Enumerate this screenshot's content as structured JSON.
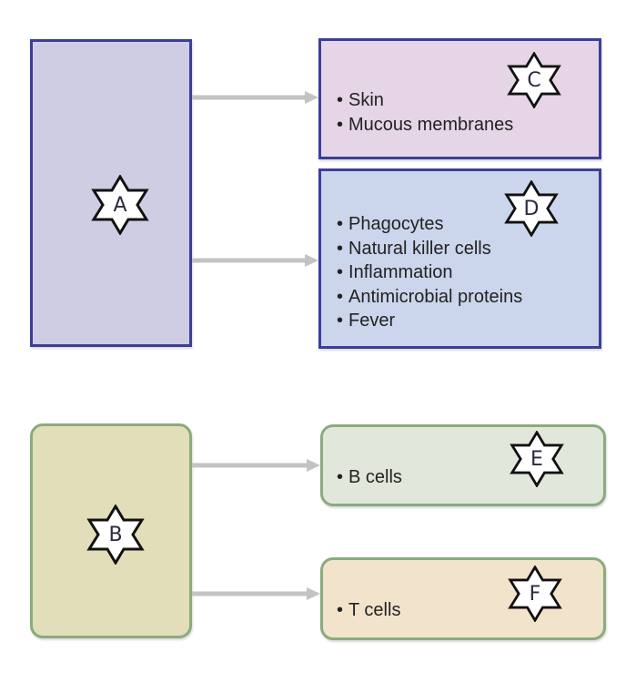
{
  "diagram": {
    "boxes": {
      "A": {
        "label": "A"
      },
      "B": {
        "label": "B"
      },
      "C": {
        "label": "C",
        "items": [
          "Skin",
          "Mucous membranes"
        ]
      },
      "D": {
        "label": "D",
        "items": [
          "Phagocytes",
          "Natural killer cells",
          "Inflammation",
          "Antimicrobial proteins",
          "Fever"
        ]
      },
      "E": {
        "label": "E",
        "items": [
          "B cells"
        ]
      },
      "F": {
        "label": "F",
        "items": [
          "T cells"
        ]
      }
    },
    "connections": [
      {
        "from": "A",
        "to": "C"
      },
      {
        "from": "A",
        "to": "D"
      },
      {
        "from": "B",
        "to": "E"
      },
      {
        "from": "B",
        "to": "F"
      }
    ],
    "colors": {
      "innate_border": "#3c3f99",
      "adaptive_border": "#8aab7e",
      "arrow": "#c3c3c3"
    }
  }
}
